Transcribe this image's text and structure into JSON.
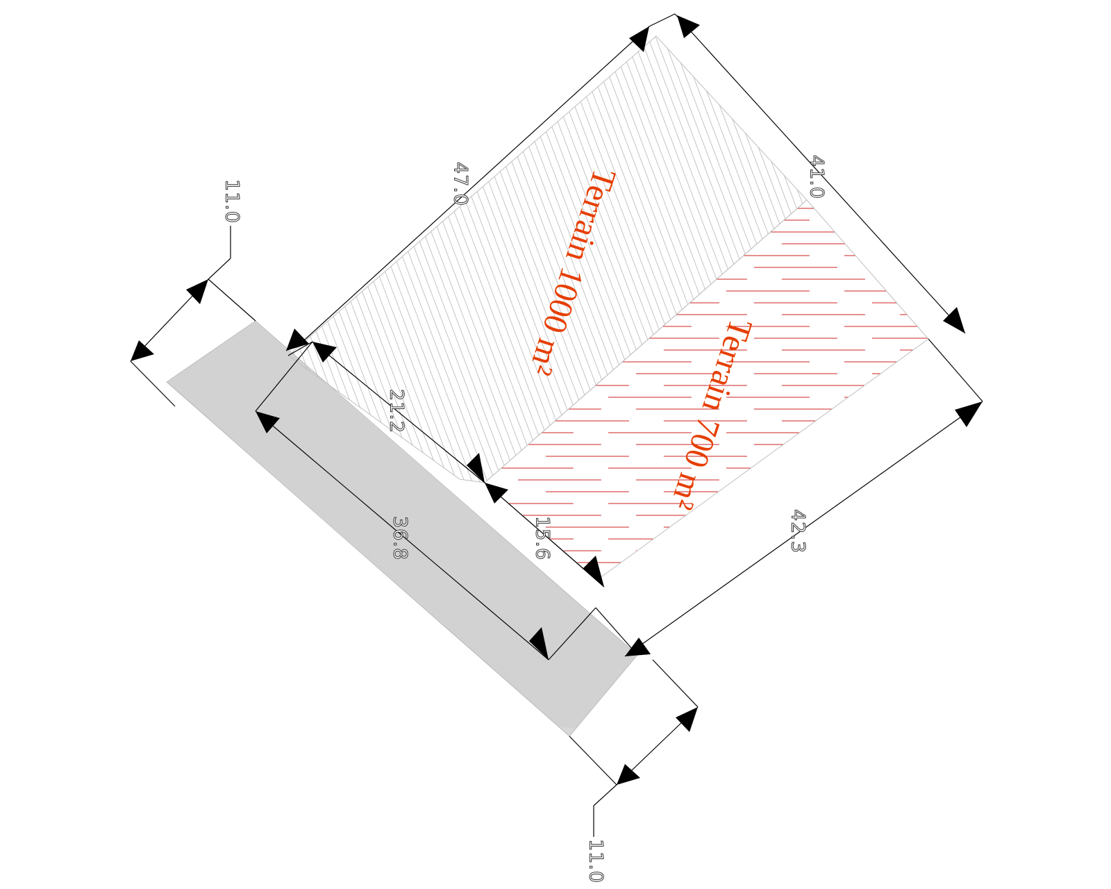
{
  "colors": {
    "background": "#ffffff",
    "dimension_line": "#000000",
    "hatch_main": "#c4c4c4",
    "hatch_small": "#cc2222",
    "strip_fill": "#d8d8d8",
    "area_label": "#e63e00"
  },
  "labels": {
    "plot_large": "Terrain 1000 m²",
    "plot_small": "Terrain 700 m²"
  },
  "dimensions": {
    "top_left_side": "47.0",
    "top_right_side": "41.0",
    "right_side": "42.3",
    "inner_upper": "21.2",
    "inner_lower": "15.6",
    "strip_length": "36.8",
    "strip_width_top": "11.0",
    "strip_width_bottom": "11.0"
  }
}
